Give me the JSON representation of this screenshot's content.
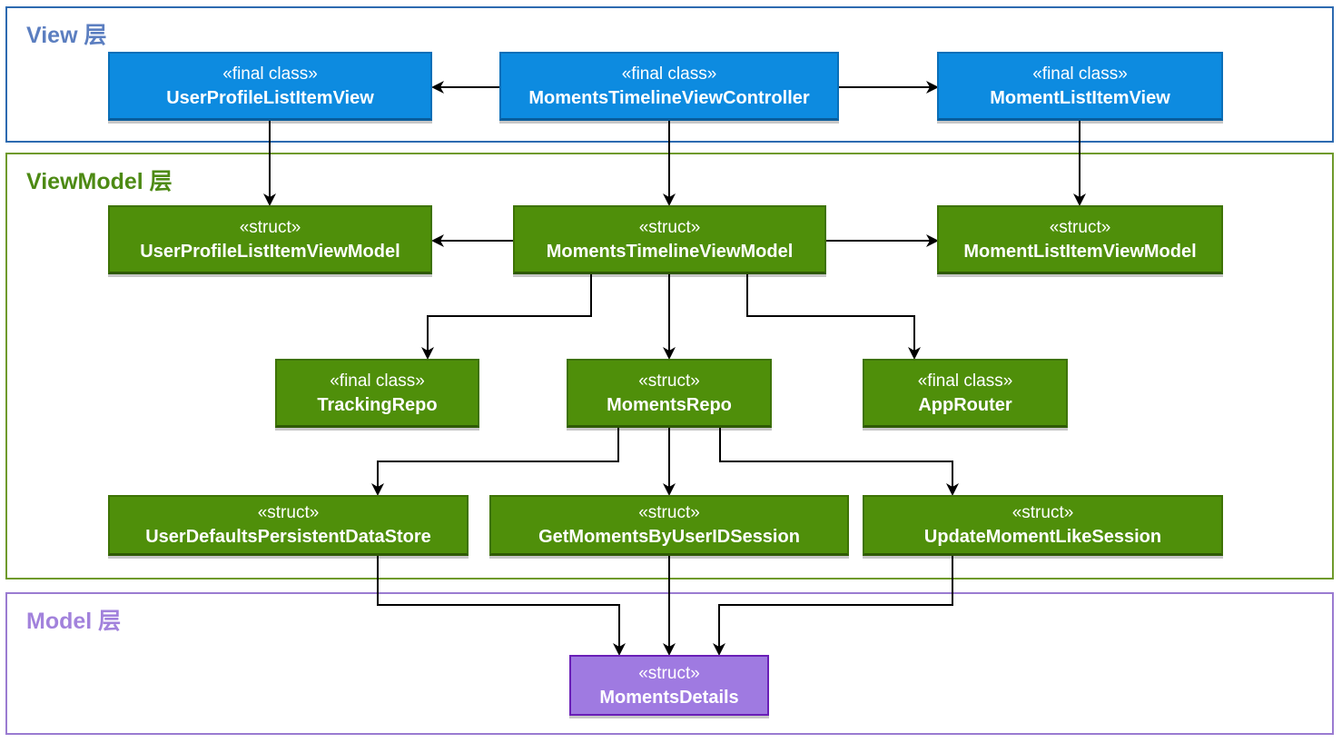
{
  "layers": {
    "view": {
      "title": "View 层",
      "color": "#5b7ec0"
    },
    "viewmodel": {
      "title": "ViewModel 层",
      "color": "#4d8a14"
    },
    "model": {
      "title": "Model 层",
      "color": "#a282dc"
    }
  },
  "nodes": {
    "user_profile_list_item_view": {
      "stereotype": "«final class»",
      "name": "UserProfileListItemView"
    },
    "moments_timeline_view_controller": {
      "stereotype": "«final class»",
      "name": "MomentsTimelineViewController"
    },
    "moment_list_item_view": {
      "stereotype": "«final class»",
      "name": "MomentListItemView"
    },
    "user_profile_list_item_view_model": {
      "stereotype": "«struct»",
      "name": "UserProfileListItemViewModel"
    },
    "moments_timeline_view_model": {
      "stereotype": "«struct»",
      "name": "MomentsTimelineViewModel"
    },
    "moment_list_item_view_model": {
      "stereotype": "«struct»",
      "name": "MomentListItemViewModel"
    },
    "tracking_repo": {
      "stereotype": "«final class»",
      "name": "TrackingRepo"
    },
    "moments_repo": {
      "stereotype": "«struct»",
      "name": "MomentsRepo"
    },
    "app_router": {
      "stereotype": "«final class»",
      "name": "AppRouter"
    },
    "user_defaults_persistent_data_store": {
      "stereotype": "«struct»",
      "name": "UserDefaultsPersistentDataStore"
    },
    "get_moments_by_user_id_session": {
      "stereotype": "«struct»",
      "name": "GetMomentsByUserIDSession"
    },
    "update_moment_like_session": {
      "stereotype": "«struct»",
      "name": "UpdateMomentLikeSession"
    },
    "moments_details": {
      "stereotype": "«struct»",
      "name": "MomentsDetails"
    }
  },
  "edges": [
    {
      "from": "moments_timeline_view_controller",
      "to": "user_profile_list_item_view"
    },
    {
      "from": "moments_timeline_view_controller",
      "to": "moment_list_item_view"
    },
    {
      "from": "user_profile_list_item_view",
      "to": "user_profile_list_item_view_model"
    },
    {
      "from": "moments_timeline_view_controller",
      "to": "moments_timeline_view_model"
    },
    {
      "from": "moment_list_item_view",
      "to": "moment_list_item_view_model"
    },
    {
      "from": "moments_timeline_view_model",
      "to": "user_profile_list_item_view_model"
    },
    {
      "from": "moments_timeline_view_model",
      "to": "moment_list_item_view_model"
    },
    {
      "from": "moments_timeline_view_model",
      "to": "tracking_repo"
    },
    {
      "from": "moments_timeline_view_model",
      "to": "moments_repo"
    },
    {
      "from": "moments_timeline_view_model",
      "to": "app_router"
    },
    {
      "from": "moments_repo",
      "to": "user_defaults_persistent_data_store"
    },
    {
      "from": "moments_repo",
      "to": "get_moments_by_user_id_session"
    },
    {
      "from": "moments_repo",
      "to": "update_moment_like_session"
    },
    {
      "from": "user_defaults_persistent_data_store",
      "to": "moments_details"
    },
    {
      "from": "get_moments_by_user_id_session",
      "to": "moments_details"
    },
    {
      "from": "update_moment_like_session",
      "to": "moments_details"
    }
  ],
  "colors": {
    "view_fill": "#0d8be0",
    "viewmodel_fill": "#4f8f0a",
    "model_fill": "#9f7ae1",
    "arrow": "#000000"
  }
}
